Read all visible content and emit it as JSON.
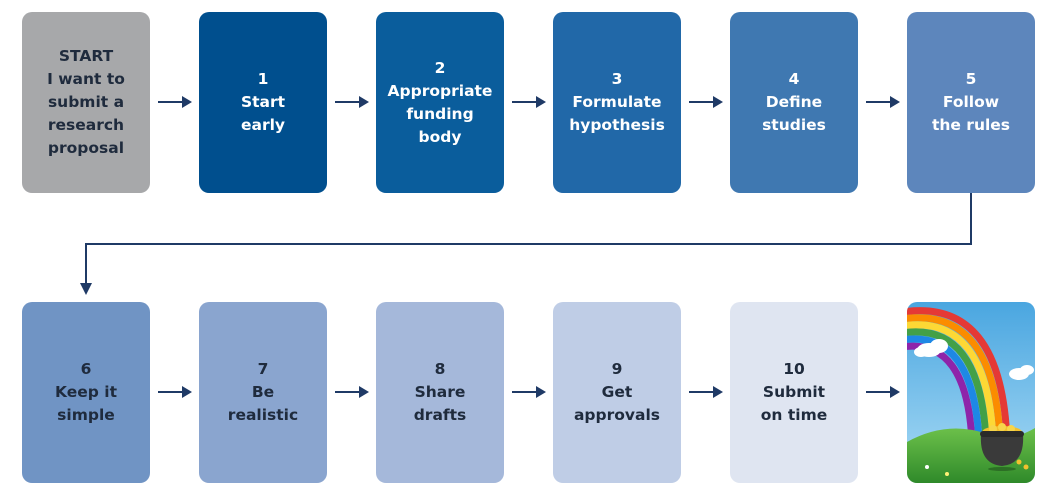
{
  "steps": [
    {
      "label": "START\nI want to\nsubmit a\nresearch\nproposal",
      "color": "#a7a8aa",
      "text": "dark"
    },
    {
      "label": "1\nStart\nearly",
      "color": "#004f8e",
      "text": "light"
    },
    {
      "label": "2\nAppropriate\nfunding\nbody",
      "color": "#0a5d9c",
      "text": "light"
    },
    {
      "label": "3\nFormulate\nhypothesis",
      "color": "#2168a8",
      "text": "light"
    },
    {
      "label": "4\nDefine\nstudies",
      "color": "#3f78b1",
      "text": "light"
    },
    {
      "label": "5\nFollow\nthe rules",
      "color": "#5d86bc",
      "text": "light"
    },
    {
      "label": "6\nKeep it\nsimple",
      "color": "#7094c4",
      "text": "dark"
    },
    {
      "label": "7\nBe\nrealistic",
      "color": "#8aa5cf",
      "text": "dark"
    },
    {
      "label": "8\nShare\ndrafts",
      "color": "#a5b8da",
      "text": "dark"
    },
    {
      "label": "9\nGet\napprovals",
      "color": "#bfcde6",
      "text": "dark"
    },
    {
      "label": "10\nSubmit\non time",
      "color": "#dfe5f1",
      "text": "dark"
    }
  ],
  "colors": {
    "arrow": "#1f3a66"
  },
  "end_image_icon": "rainbow-pot-of-gold-icon"
}
